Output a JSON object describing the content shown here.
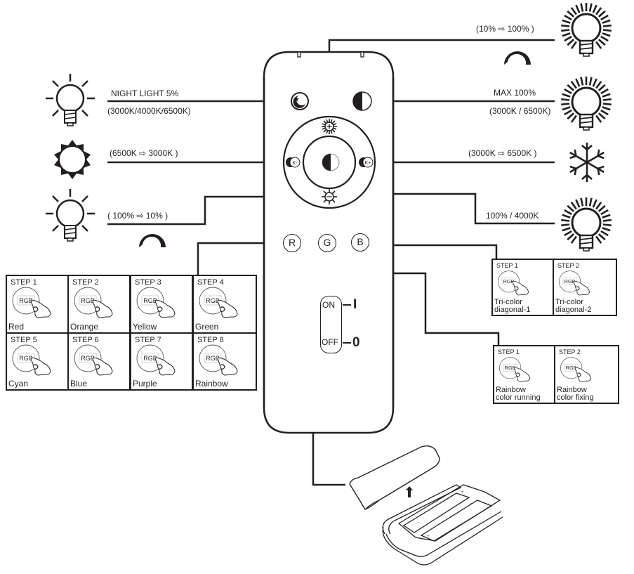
{
  "left_labels": {
    "night_light_title": "NIGHT LIGHT 5%",
    "night_light_temps": "(3000K/4000K/6500K)",
    "warm_shift": "(6500K ⇨ 3000K )",
    "dim_down": "( 100% ⇨ 10% )"
  },
  "right_labels": {
    "bright_up": "(10% ⇨ 100% )",
    "max_title": "MAX 100%",
    "max_temps": "(3000K / 6500K)",
    "cool_shift": "(3000K ⇨ 6500K )",
    "center_mode": "100% / 4000K"
  },
  "remote": {
    "buttons": {
      "night_light": "moon-star-icon",
      "max": "half-circle-icon",
      "bright_plus": "sun-plus-icon",
      "bright_minus": "sun-minus-icon",
      "temp_minus": "K-",
      "temp_plus": "K+",
      "center": "half-circle-icon"
    },
    "rgb": {
      "r": "R",
      "g": "G",
      "b": "B"
    },
    "switch": {
      "on": "ON",
      "off": "OFF",
      "on_symbol": "I",
      "off_symbol": "0"
    }
  },
  "r_steps": [
    {
      "step": "STEP 1",
      "color": "Red"
    },
    {
      "step": "STEP 2",
      "color": "Orange"
    },
    {
      "step": "STEP 3",
      "color": "Yellow"
    },
    {
      "step": "STEP 4",
      "color": "Green"
    },
    {
      "step": "STEP 5",
      "color": "Cyan"
    },
    {
      "step": "STEP 6",
      "color": "Blue"
    },
    {
      "step": "STEP 7",
      "color": "Purple"
    },
    {
      "step": "STEP 8",
      "color": "Rainbow"
    }
  ],
  "b_steps": [
    {
      "step": "STEP 1",
      "line1": "Tri-color",
      "line2": "diagonal-1"
    },
    {
      "step": "STEP 2",
      "line1": "Tri-color",
      "line2": "diagonal-2"
    }
  ],
  "g_steps": [
    {
      "step": "STEP 1",
      "line1": "Rainbow",
      "line2": "color running"
    },
    {
      "step": "STEP 2",
      "line1": "Rainbow",
      "line2": "color fixing"
    }
  ],
  "rgb_button_text": "RGB",
  "battery": {
    "cover_arrow": "up-arrow-icon"
  }
}
